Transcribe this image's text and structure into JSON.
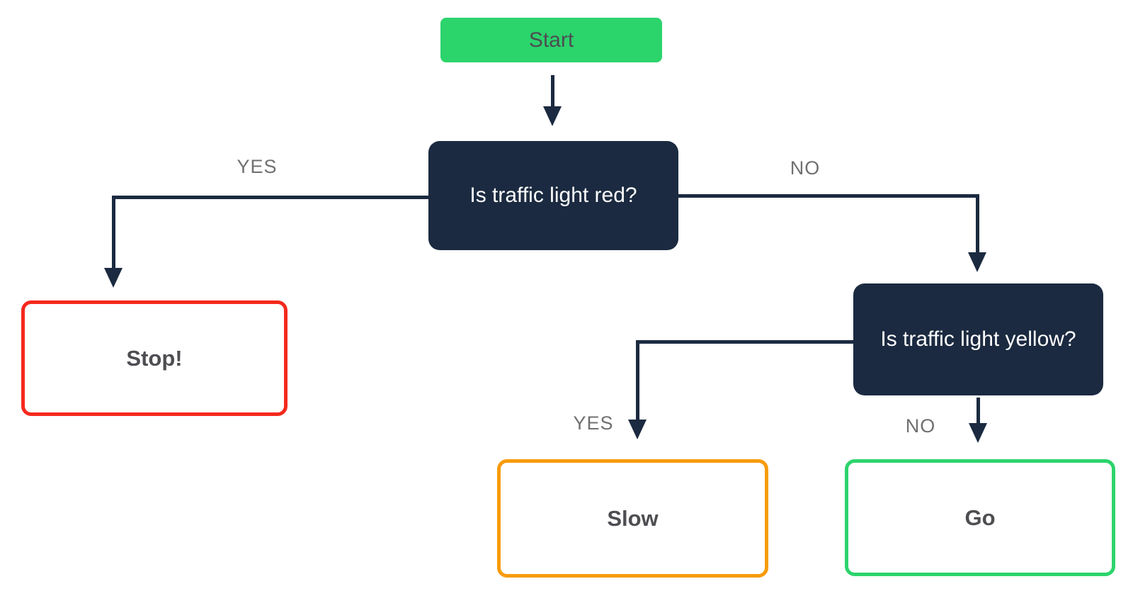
{
  "diagram": {
    "type": "flowchart",
    "nodes": {
      "start": {
        "label": "Start",
        "kind": "start"
      },
      "q_red": {
        "label": "Is traffic light red?",
        "kind": "decision"
      },
      "q_yellow": {
        "label": "Is traffic light yellow?",
        "kind": "decision"
      },
      "stop": {
        "label": "Stop!",
        "kind": "outcome"
      },
      "slow": {
        "label": "Slow",
        "kind": "outcome"
      },
      "go": {
        "label": "Go",
        "kind": "outcome"
      }
    },
    "edges": [
      {
        "from": "start",
        "to": "q_red",
        "label": ""
      },
      {
        "from": "q_red",
        "to": "stop",
        "label": "YES"
      },
      {
        "from": "q_red",
        "to": "q_yellow",
        "label": "NO"
      },
      {
        "from": "q_yellow",
        "to": "slow",
        "label": "YES"
      },
      {
        "from": "q_yellow",
        "to": "go",
        "label": "NO"
      }
    ],
    "edge_labels": {
      "q_red_yes": "YES",
      "q_red_no": "NO",
      "q_yellow_yes": "YES",
      "q_yellow_no": "NO"
    },
    "colors": {
      "background": "#ffffff",
      "start_fill": "#2cd46c",
      "decision_fill": "#1b2a40",
      "decision_text": "#ffffff",
      "stop_border": "#f5291d",
      "slow_border": "#f79b0b",
      "go_border": "#2cd46c",
      "connector": "#1b2a40",
      "edge_label_text": "#707070",
      "node_text_dark": "#4d4d52"
    }
  }
}
